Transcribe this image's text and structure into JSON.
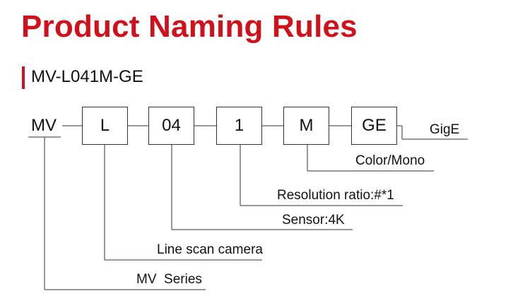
{
  "title": "Product Naming Rules",
  "model": "MV-L041M-GE",
  "segments": {
    "series": {
      "code": "MV",
      "description": "MV  Series"
    },
    "type": {
      "code": "L",
      "description": "Line scan camera"
    },
    "sensor": {
      "code": "04",
      "description": "Sensor:4K"
    },
    "resolution": {
      "code": "1",
      "description": "Resolution ratio:#*1"
    },
    "color": {
      "code": "M",
      "description": "Color/Mono"
    },
    "interface": {
      "code": "GE",
      "description": "GigE"
    }
  },
  "colors": {
    "accent": "#d0111b",
    "line": "#333333"
  }
}
